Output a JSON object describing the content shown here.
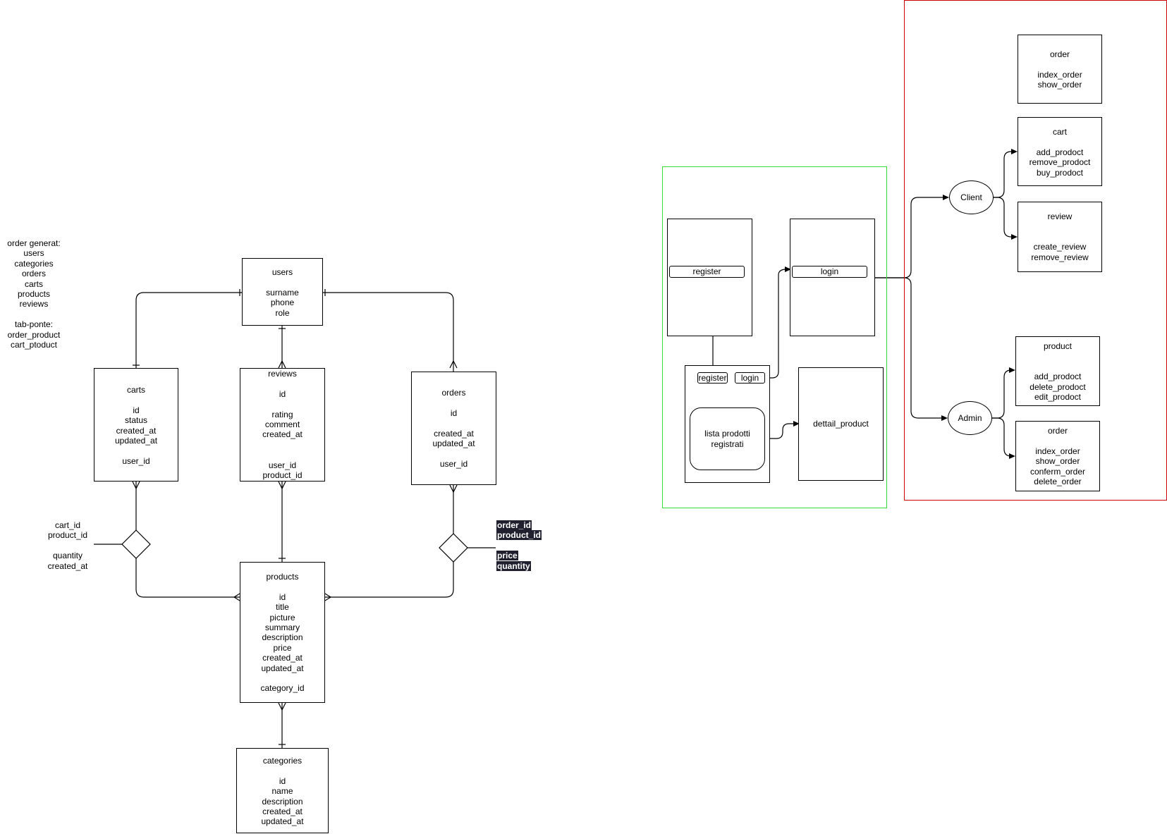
{
  "notes": {
    "order_lines": [
      "order generat:",
      "users",
      "categories",
      "orders",
      "carts",
      "products",
      "reviews",
      "",
      "tab-ponte:",
      "order_product",
      "cart_ptoduct"
    ]
  },
  "er": {
    "users": [
      "users",
      "",
      "surname",
      "phone",
      "role"
    ],
    "carts": [
      "carts",
      "",
      "id",
      "status",
      "created_at",
      "updated_at",
      "",
      "user_id"
    ],
    "reviews": [
      "reviews",
      "",
      "id",
      "",
      "rating",
      "comment",
      "created_at",
      "",
      "",
      "user_id",
      "product_id"
    ],
    "orders": [
      "orders",
      "",
      "id",
      "",
      "created_at",
      "updated_at",
      "",
      "user_id"
    ],
    "products": [
      "products",
      "",
      "id",
      "title",
      "picture",
      "summary",
      "description",
      "price",
      "created_at",
      "updated_at",
      "",
      "category_id"
    ],
    "categories": [
      "categories",
      "",
      "id",
      "name",
      "description",
      "created_at",
      "updated_at"
    ],
    "cart_rel": [
      "cart_id",
      "product_id",
      "",
      "quantity",
      "created_at"
    ],
    "order_rel": [
      "order_id",
      "product_id",
      "",
      "price",
      "quantity"
    ]
  },
  "flow": {
    "register_btn": "register",
    "login_btn": "login",
    "home_register_btn": "register",
    "home_login_btn": "login",
    "lista": [
      "lista prodotti",
      "registrati"
    ],
    "dettail": "dettail_product"
  },
  "roles": {
    "client": "Client",
    "admin": "Admin",
    "client_order": [
      "order",
      "",
      "index_order",
      "show_order"
    ],
    "client_cart": [
      "cart",
      "",
      "add_prodoct",
      "remove_prodoct",
      "buy_prodoct"
    ],
    "client_review": [
      "review",
      "",
      "",
      "create_review",
      "remove_review"
    ],
    "admin_product": [
      "product",
      "",
      "",
      "add_prodoct",
      "delete_prodoct",
      "edit_prodoct"
    ],
    "admin_order": [
      "order",
      "",
      "index_order",
      "show_order",
      "conferm_order",
      "delete_order"
    ]
  },
  "colors": {
    "green_frame": "#33dd33",
    "red_frame": "#cc0000",
    "label_bg": "#1f1f2e"
  }
}
